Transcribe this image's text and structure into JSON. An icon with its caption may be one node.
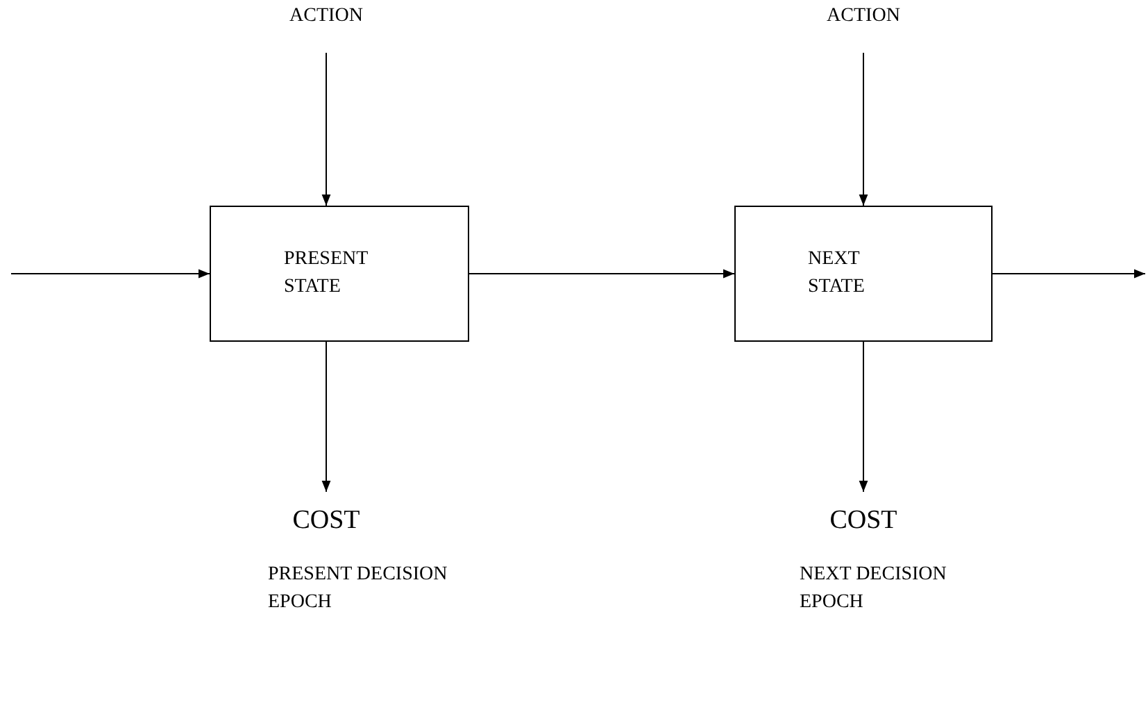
{
  "diagram": {
    "nodes": [
      {
        "text": [
          "ACTION"
        ]
      },
      {
        "text": [
          "PRESENT STATE"
        ]
      },
      {
        "text": [
          "COST"
        ]
      },
      {
        "text": [
          "ACTION"
        ]
      },
      {
        "text": [
          "NEXT STATE"
        ]
      },
      {
        "text": [
          "COST"
        ]
      }
    ],
    "edges": [
      {
        "from": 0,
        "to": 1,
        "arrow": "to"
      },
      {
        "from": null,
        "to": 1,
        "arrow": "to"
      },
      {
        "from": 1,
        "to": 4,
        "arrow": "to"
      },
      {
        "from": 1,
        "to": 2,
        "arrow": "to"
      },
      {
        "from": 3,
        "to": 4,
        "arrow": "to"
      },
      {
        "from": 4,
        "to": 5,
        "arrow": "to"
      },
      {
        "from": 4,
        "to": null,
        "arrow": "to"
      }
    ],
    "labels": [
      "PRESENT DECISION EPOCH",
      "NEXT DECISION EPOCH"
    ]
  }
}
